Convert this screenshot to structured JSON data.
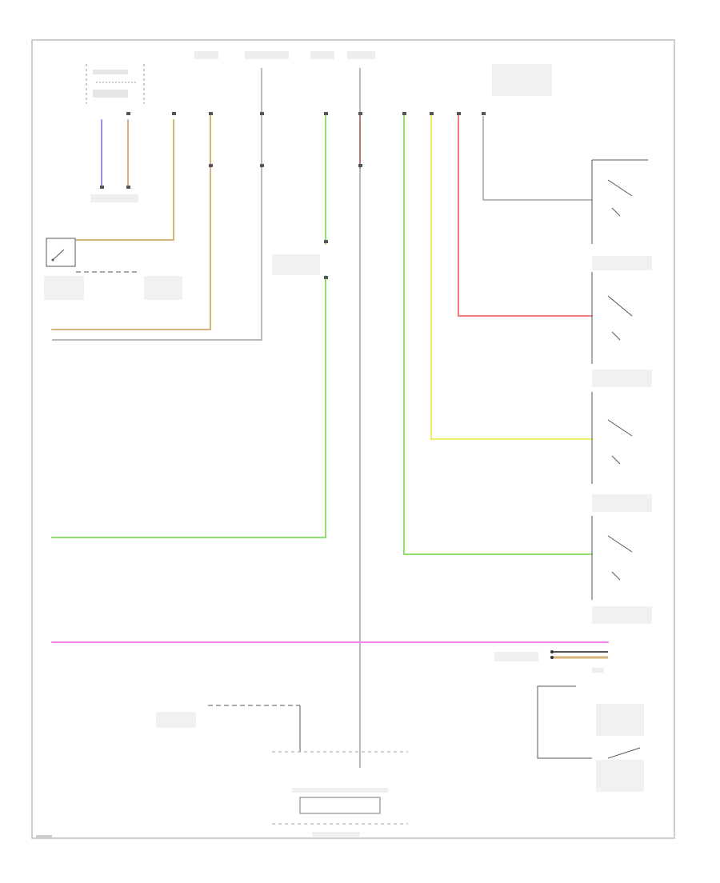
{
  "diagram": {
    "colors": {
      "frame": "#bdbdbd",
      "blue_wire": "#8f8fe8",
      "tan_wire": "#d6b37a",
      "gray_wire": "#9a9a9a",
      "green_wire": "#8fe06e",
      "red_wire": "#f07d7d",
      "yellow_wire": "#eeee6a",
      "pink_wire": "#f27ef2",
      "black": "#333333"
    },
    "wires": [
      {
        "name": "blue-wire",
        "color_key": "blue_wire"
      },
      {
        "name": "tan-wire",
        "color_key": "tan_wire"
      },
      {
        "name": "tan-wire-2",
        "color_key": "tan_wire"
      },
      {
        "name": "gray-wire",
        "color_key": "gray_wire"
      },
      {
        "name": "green-wire-left",
        "color_key": "green_wire"
      },
      {
        "name": "green-wire-right",
        "color_key": "green_wire"
      },
      {
        "name": "red-wire",
        "color_key": "red_wire"
      },
      {
        "name": "yellow-wire",
        "color_key": "yellow_wire"
      },
      {
        "name": "pink-wire",
        "color_key": "pink_wire"
      }
    ]
  }
}
